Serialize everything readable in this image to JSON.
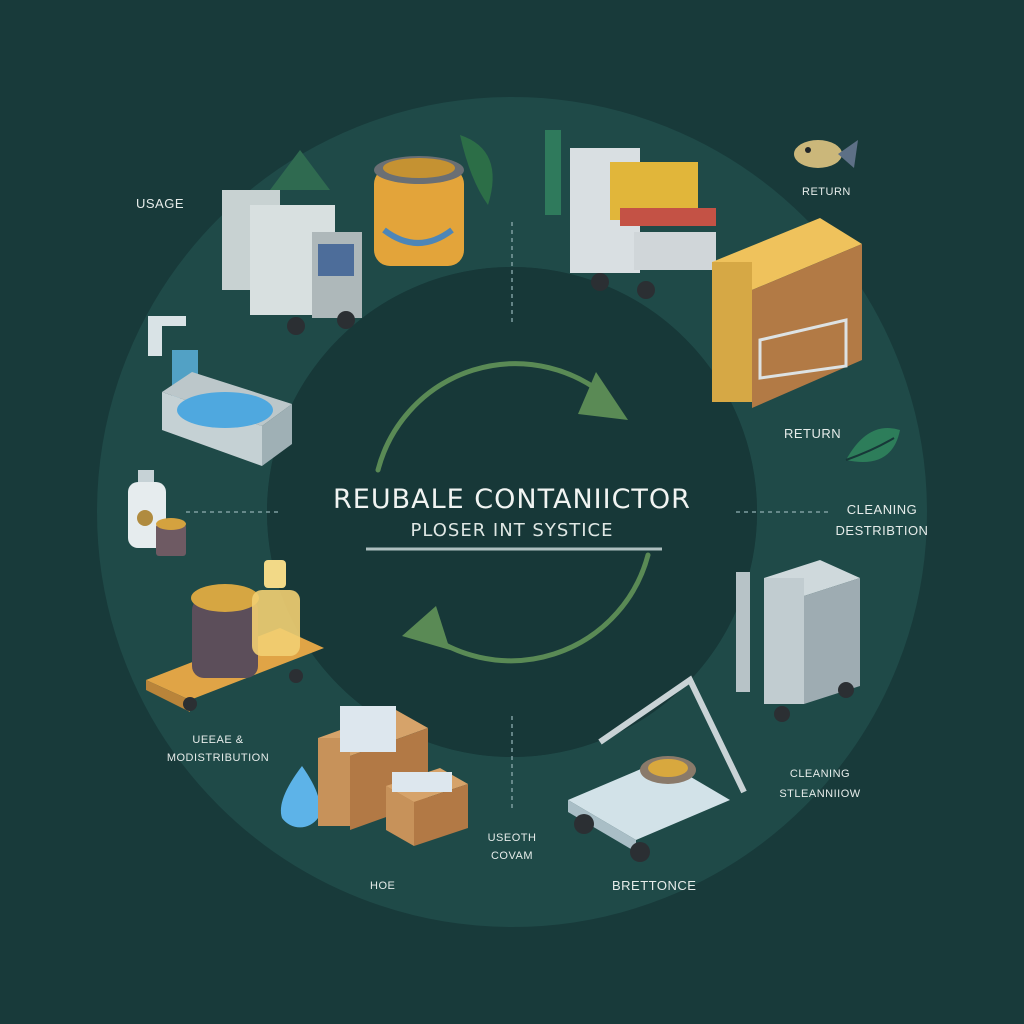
{
  "diagram": {
    "title": "REUBALE CONTANIICTOR",
    "subtitle": "PLOSER INT SYSTICE",
    "labels": {
      "usage": "USAGE",
      "return_top": "RETURN",
      "return_right": "RETURN",
      "cleaning_distribution_1": "CLEANING",
      "cleaning_distribution_2": "DESTRIBTION",
      "cleaning_right_1": "CLEANING",
      "cleaning_right_2": "STLEANNIIOW",
      "brettonce": "BRETTONCE",
      "useoth_1": "USEOTH",
      "useoth_2": "COVAM",
      "hoe": "HOE",
      "ueeae_1": "UEEAE &",
      "ueeae_2": "MODISTRIBUTION"
    },
    "colors": {
      "background": "#183a3a",
      "ring": "#1f4a48",
      "arrow": "#5a8a55",
      "divider": "#7e9ea0"
    }
  }
}
